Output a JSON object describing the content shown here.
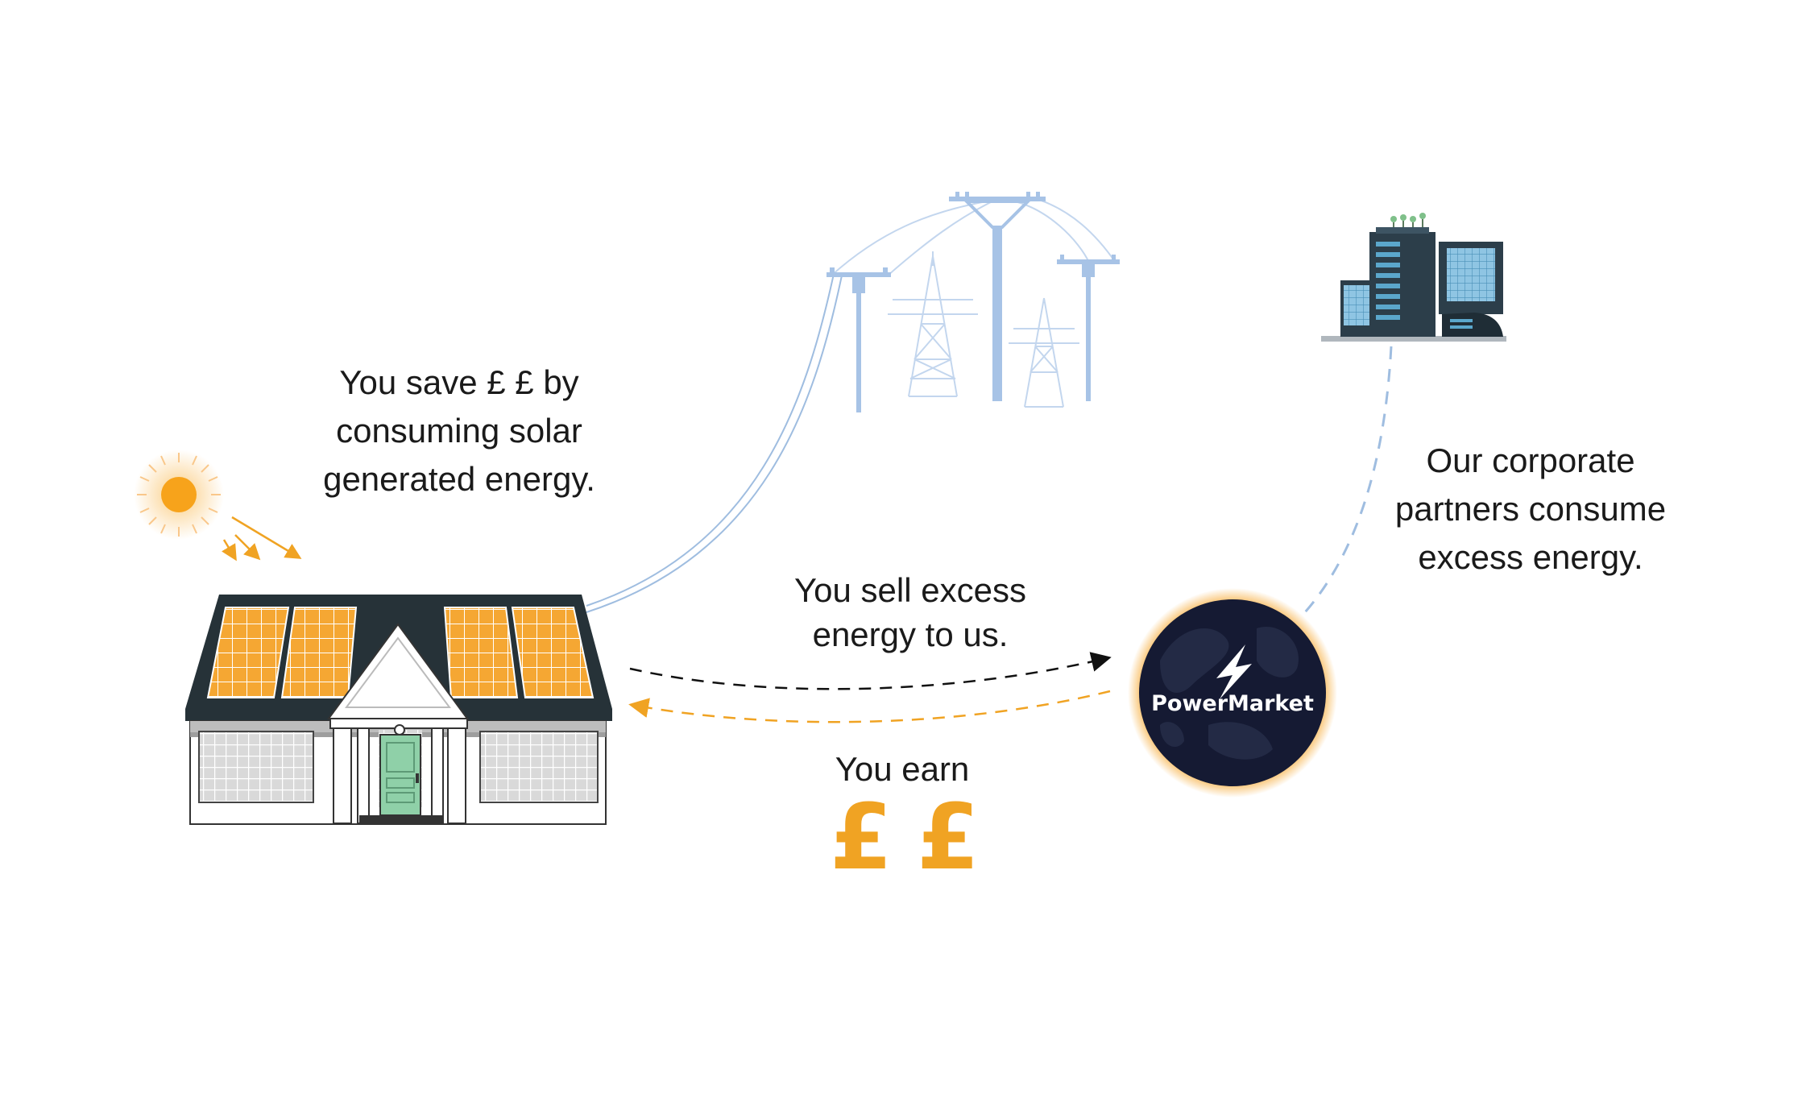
{
  "labels": {
    "save": [
      "You save £ £ by",
      "consuming solar",
      "generated energy."
    ],
    "sell": [
      "You sell excess",
      "energy to us."
    ],
    "earn": "You earn",
    "earn_symbols": [
      "£",
      "£"
    ],
    "corporate": [
      "Our corporate",
      "partners consume",
      "excess energy."
    ]
  },
  "logo": {
    "name": "PowerMarket"
  },
  "icons": [
    "sun-icon",
    "sun-ray-arrows",
    "house-icon",
    "solar-panel-icon",
    "power-pylons-icon",
    "office-building-icon",
    "powermarket-logo"
  ],
  "colors": {
    "orange": "#f0a323",
    "navy": "#151a33",
    "roof": "#263238",
    "door": "#8fd0a8",
    "grid_blue": "#9fbde0",
    "building_teal": "#2c3e4a",
    "building_blue": "#5ba7cc",
    "text": "#1a1a1a"
  }
}
